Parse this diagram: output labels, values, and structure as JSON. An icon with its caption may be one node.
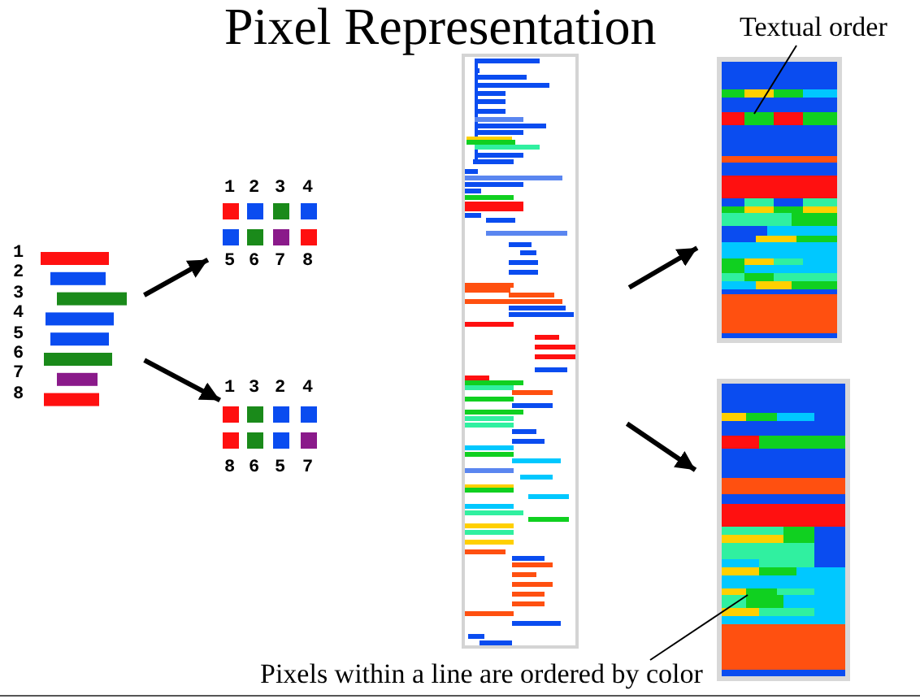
{
  "diagram": {
    "title": "Pixel Representation",
    "nodes": [
      {
        "text": [],
        "shape": "picture"
      },
      {
        "text": [],
        "shape": "picture"
      },
      {
        "text": [],
        "shape": "picture"
      },
      {
        "text": [],
        "shape": "picture"
      },
      {
        "text": [],
        "shape": "picture"
      },
      {
        "text": [],
        "shape": "picture"
      },
      {
        "text": [
          "Textual order"
        ]
      },
      {
        "text": [
          "Pixels within a line are ordered by color"
        ]
      }
    ],
    "edges": [
      {
        "from": 0,
        "to": 1,
        "arrow": "to"
      },
      {
        "from": 0,
        "to": 2,
        "arrow": "to"
      },
      {
        "from": 3,
        "to": 4,
        "arrow": "to"
      },
      {
        "from": 3,
        "to": 5,
        "arrow": "to"
      },
      {
        "from": 6,
        "to": 4,
        "arrow": "none"
      },
      {
        "from": 7,
        "to": 5,
        "arrow": "none"
      }
    ],
    "labels": [
      "1",
      "2",
      "3",
      "4",
      "5",
      "6",
      "7",
      "8",
      "1",
      "2",
      "3",
      "4",
      "5",
      "6",
      "7",
      "8",
      "1",
      "3",
      "2",
      "4",
      "8",
      "6",
      "5",
      "7"
    ]
  }
}
